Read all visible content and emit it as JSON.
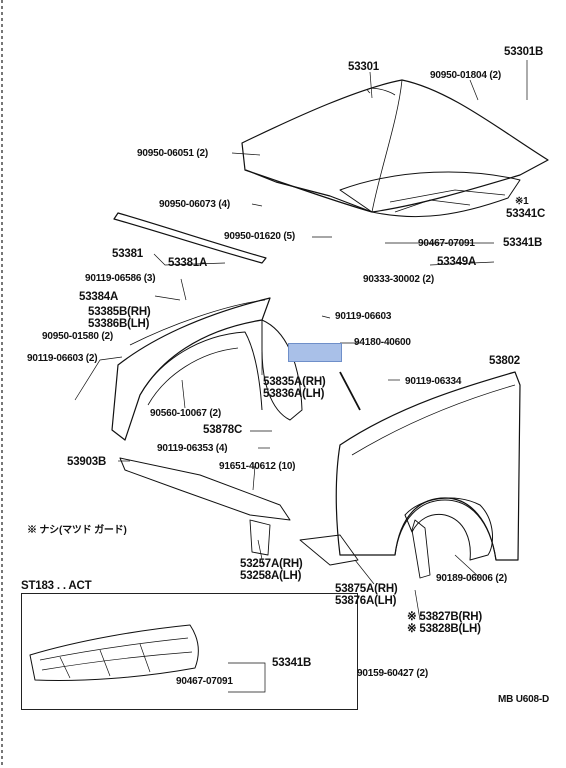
{
  "palette": {
    "ink": "#111111",
    "highlight": "#a9c0e8"
  },
  "labels": {
    "p53301": "53301",
    "p53301B": "53301B",
    "p90950_01804": "90950-01804 (2)",
    "p90950_06051": "90950-06051 (2)",
    "p90950_06073": "90950-06073 (4)",
    "mark1": "※1",
    "p53341C": "53341C",
    "p90950_01620": "90950-01620 (5)",
    "p90467_07091": "90467-07091",
    "p53341B": "53341B",
    "p53381": "53381",
    "p53381A": "53381A",
    "p53349A": "53349A",
    "p90119_06586": "90119-06586 (3)",
    "p90333_30002": "90333-30002 (2)",
    "p53384A": "53384A",
    "p53385B": "53385B(RH)",
    "p53386B": "53386B(LH)",
    "p90119_06603a": "90119-06603",
    "p90950_01580": "90950-01580 (2)",
    "p94180_40600": "94180-40600",
    "p90119_06603b": "90119-06603 (2)",
    "p53802": "53802",
    "p53835A": "53835A(RH)",
    "p53836A": "53836A(LH)",
    "p90119_06334": "90119-06334",
    "p90560_10067": "90560-10067 (2)",
    "p53878C": "53878C",
    "p90119_06353": "90119-06353 (4)",
    "p53903B": "53903B",
    "p91651_40612": "91651-40612 (10)",
    "note": "※ ナシ(マツド ガード)",
    "p53257A": "53257A(RH)",
    "p53258A": "53258A(LH)",
    "p53875A": "53875A(RH)",
    "p53876A": "53876A(LH)",
    "p90189_06006": "90189-06006 (2)",
    "st183": "ST183 . . ACT",
    "p53827B": "※ 53827B(RH)",
    "p53828B": "※ 53828B(LH)",
    "inset53341B": "53341B",
    "inset90467": "90467-07091",
    "p90159_60427": "90159-60427 (2)",
    "footer": "MB U608-D"
  }
}
